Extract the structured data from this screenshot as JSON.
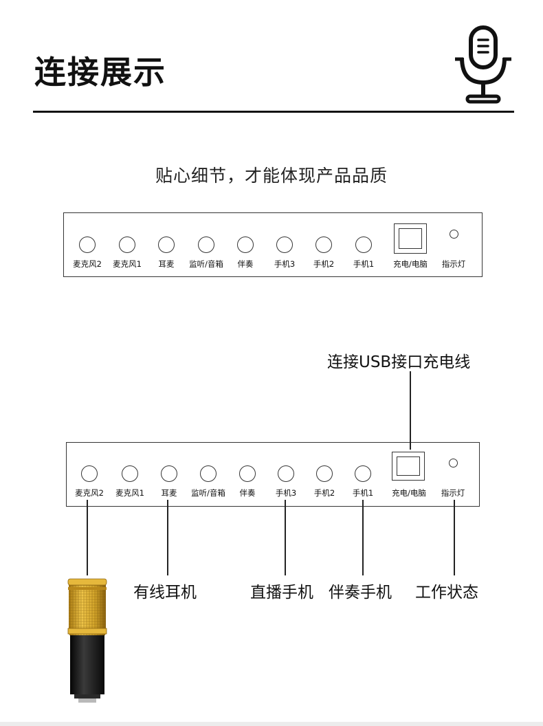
{
  "header": {
    "title": "连接展示"
  },
  "subtitle": "贴心细节，才能体现产品品质",
  "panel_labels": [
    "麦克风2",
    "麦克风1",
    "耳麦",
    "监听/音箱",
    "伴奏",
    "手机3",
    "手机2",
    "手机1",
    "充电/电脑",
    "指示灯"
  ],
  "callouts": {
    "usb": "连接USB接口充电线",
    "headset": "有线耳机",
    "live_phone": "直播手机",
    "accomp_phone": "伴奏手机",
    "status": "工作状态"
  },
  "colors": {
    "mic_grille": "#d4a52a",
    "mic_body": "#1b1b1b"
  }
}
